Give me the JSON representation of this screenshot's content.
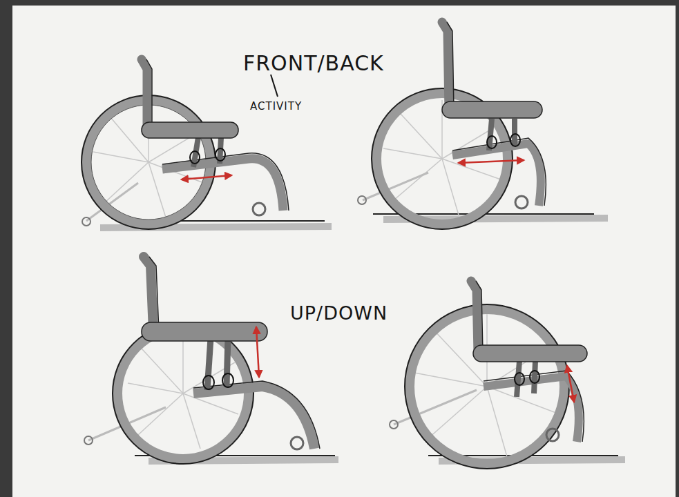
{
  "diagram": {
    "labels": [
      "FRONT/BACK",
      "ACTIVITY",
      "UP/DOWN"
    ]
  }
}
